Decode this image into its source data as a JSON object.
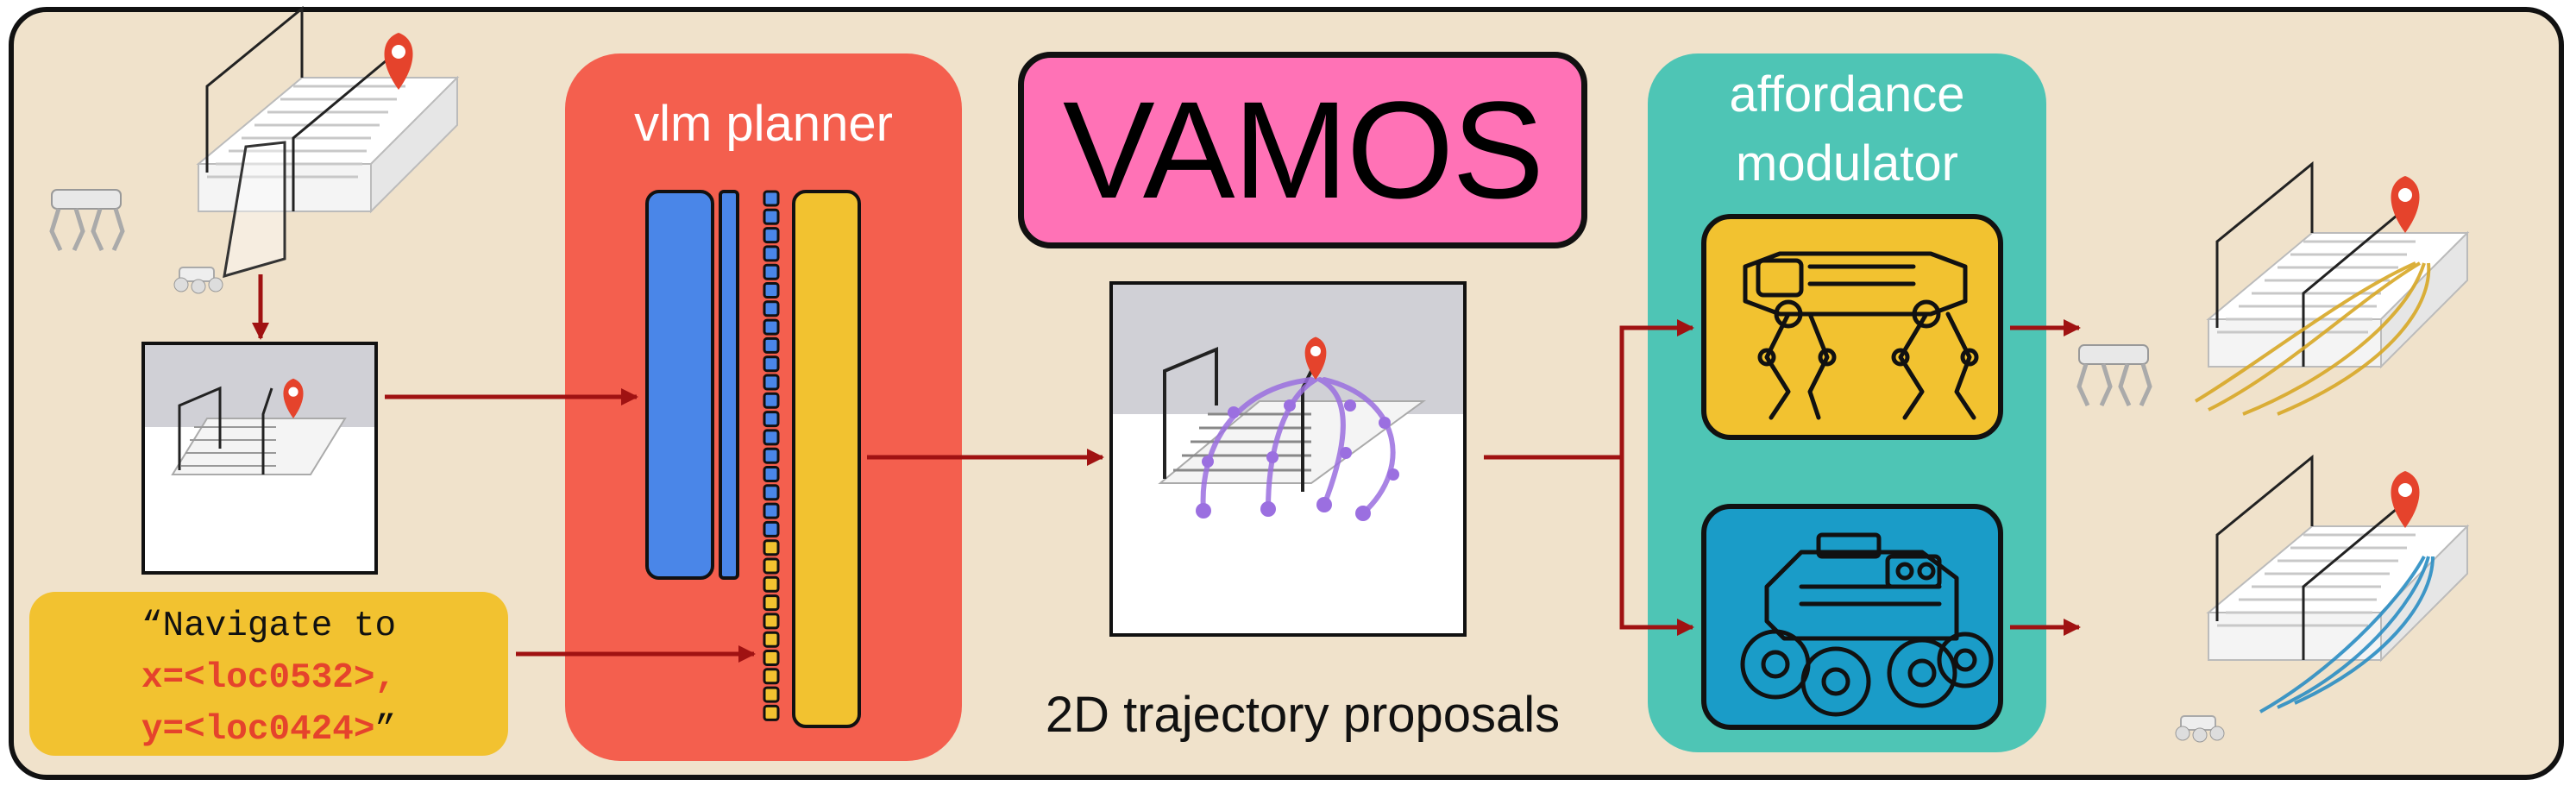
{
  "title": "VAMOS",
  "vlm_planner": {
    "title": "vlm planner"
  },
  "affordance_modulator": {
    "title_line1": "affordance",
    "title_line2": "modulator"
  },
  "instruction": {
    "line1": "“Navigate to",
    "line2": "x=<loc0532>,",
    "line3": "y=<loc0424>",
    "closing_quote": "”"
  },
  "trajectory_label": "2D trajectory proposals",
  "icons": [
    "location-pin-icon",
    "quadruped-robot-icon",
    "wheeled-robot-icon",
    "arrow-icon"
  ],
  "colors": {
    "background": "#f0e2cb",
    "vlm_panel": "#f45f4e",
    "title_box": "#ff72b6",
    "affordance_panel": "#4ec5b5",
    "token_yellow": "#f2c230",
    "token_blue": "#4a86e8",
    "arrow": "#a01212",
    "trajectory_purple": "#9b6fe0",
    "trajectory_gold": "#d8a826",
    "trajectory_blue": "#2b8ec4",
    "pin": "#e5432c"
  }
}
